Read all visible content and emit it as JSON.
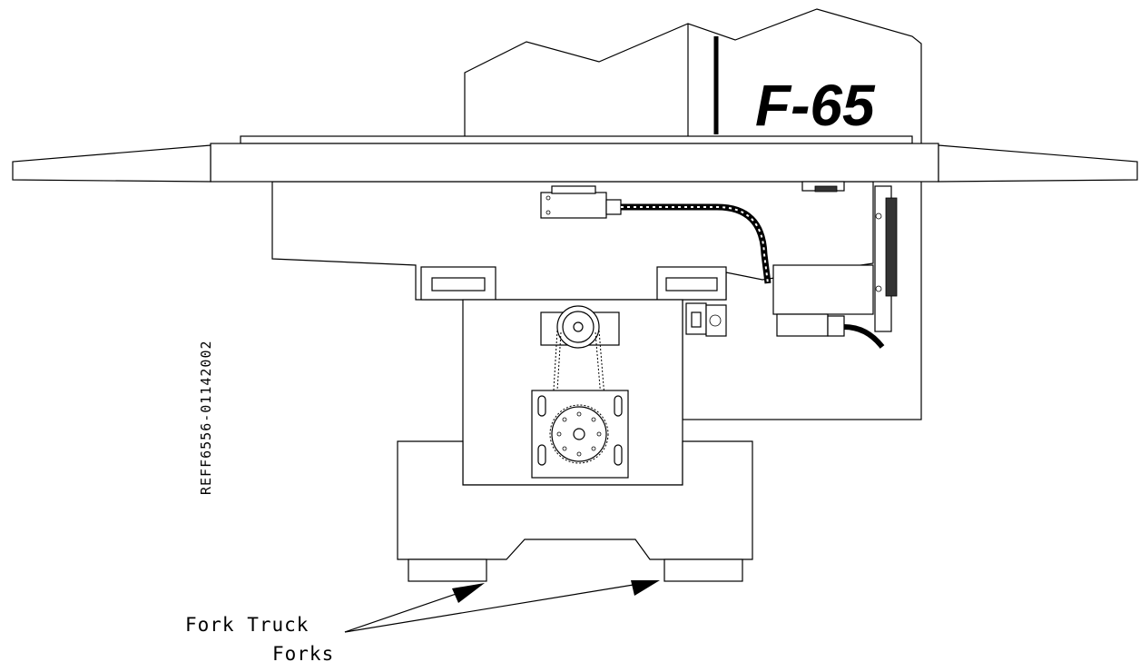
{
  "model_label": "F-65",
  "reference_code": "REFF6556-01142002",
  "callout": {
    "line1": "Fork Truck",
    "line2": "Forks"
  },
  "colors": {
    "line": "#000000",
    "background": "#ffffff"
  }
}
